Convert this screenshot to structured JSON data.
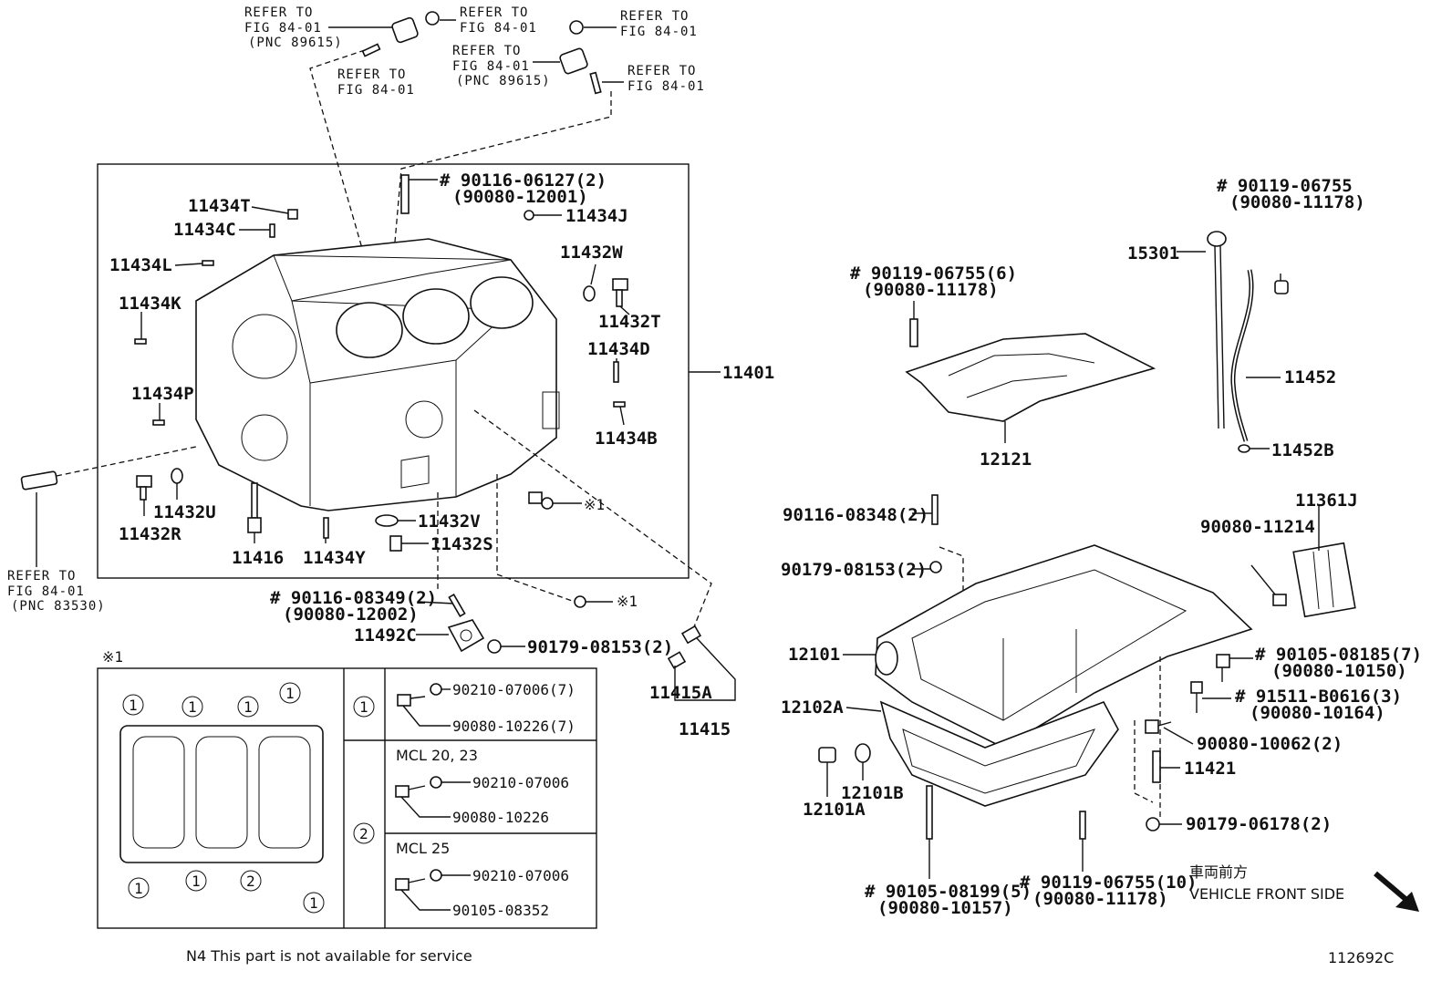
{
  "refs": {
    "r1": [
      "REFER TO",
      "FIG 84-01",
      "(PNC 89615)"
    ],
    "r2": [
      "REFER TO",
      "FIG 84-01"
    ],
    "r3": [
      "REFER TO",
      "FIG 84-01"
    ],
    "r4": [
      "REFER TO",
      "FIG 84-01"
    ],
    "r5": [
      "REFER TO",
      "FIG 84-01",
      "(PNC 89615)"
    ],
    "r6": [
      "REFER TO",
      "FIG 84-01"
    ],
    "r7": [
      "REFER TO",
      "FIG 84-01",
      "(PNC 83530)"
    ]
  },
  "block_labels": {
    "l11434T": "11434T",
    "l11434C": "11434C",
    "l11434L": "11434L",
    "l11434K": "11434K",
    "l11434P": "11434P",
    "l11432R": "11432R",
    "l11432U": "11432U",
    "l11416": "11416",
    "l11434Y": "11434Y",
    "l11432V": "11432V",
    "l11432S": "11432S",
    "l11434J": "11434J",
    "l11432W": "11432W",
    "l11432T": "11432T",
    "l11434D": "11434D",
    "l11434B": "11434B",
    "l11401": "11401",
    "stud1_a": "# 90116-06127(2)",
    "stud1_b": "(90080-12001)",
    "star1a": "※1",
    "star1b": "※1",
    "stud2_a": "# 90116-08349(2)",
    "stud2_b": "(90080-12002)",
    "l11492C": "11492C",
    "nut1": "90179-08153(2)",
    "l11415A": "11415A",
    "l11415": "11415"
  },
  "inset": {
    "title": "※1",
    "circle1": "1",
    "circle2": "2",
    "row1_a": "90210-07006(7)",
    "row1_b": "90080-10226(7)",
    "mcl1": "MCL 20, 23",
    "row2_a": "90210-07006",
    "row2_b": "90080-10226",
    "mcl2": "MCL 25",
    "row3_a": "90210-07006",
    "row3_b": "90105-08352"
  },
  "pan_labels": {
    "plate_bolt_a": "# 90119-06755(6)",
    "plate_bolt_b": "(90080-11178)",
    "l12121": "12121",
    "dip_bolt_a": "# 90119-06755",
    "dip_bolt_b": "(90080-11178)",
    "l15301": "15301",
    "l11452": "11452",
    "l11452B": "11452B",
    "s90116": "90116-08348(2)",
    "n90179a": "90179-08153(2)",
    "l11361J": "11361J",
    "b90080_11214": "90080-11214",
    "l12101": "12101",
    "l12102A": "12102A",
    "b90105a": "# 90105-08185(7)",
    "b90105b": "(90080-10150)",
    "b91511a": "# 91511-B0616(3)",
    "b91511b": "(90080-10164)",
    "b90080_10062": "90080-10062(2)",
    "l11421": "11421",
    "n90179b": "90179-06178(2)",
    "l12101B": "12101B",
    "l12101A": "12101A",
    "b90105_199a": "# 90105-08199(5)",
    "b90105_199b": "(90080-10157)",
    "b90119_10a": "# 90119-06755(10)",
    "b90119_10b": "(90080-11178)",
    "front_jp": "車両前方",
    "front_en": "VEHICLE FRONT SIDE"
  },
  "footer": {
    "note": "N4  This part is not available for service",
    "fig_id": "112692C"
  }
}
